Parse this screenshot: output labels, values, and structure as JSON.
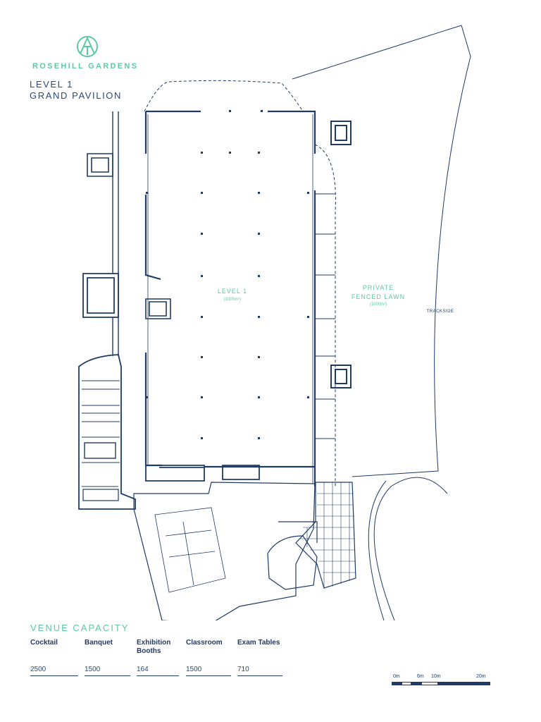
{
  "brand": {
    "logo_icon": "monogram-circle-icon",
    "name": "ROSEHILL GARDENS"
  },
  "title": {
    "line1": "LEVEL 1",
    "line2": "GRAND PAVILION"
  },
  "plan": {
    "hall_label": "LEVEL 1",
    "hall_area": "(3300m²)",
    "lawn_label_1": "PRIVATE",
    "lawn_label_2": "FENCED LAWN",
    "lawn_area": "(1000m²)",
    "trackside_label": "TRACKSIDE"
  },
  "capacity": {
    "heading": "VENUE CAPACITY",
    "columns": [
      {
        "label": "Cocktail",
        "value": "2500"
      },
      {
        "label": "Banquet",
        "value": "1500"
      },
      {
        "label": "Exhibition Booths",
        "value": "164"
      },
      {
        "label": "Classroom",
        "value": "1500"
      },
      {
        "label": "Exam Tables",
        "value": "710"
      }
    ]
  },
  "scale": {
    "labels": [
      "0m",
      "6m",
      "10m",
      "20m"
    ]
  },
  "colors": {
    "navy": "#1f3a66",
    "green": "#5cc9a0"
  }
}
